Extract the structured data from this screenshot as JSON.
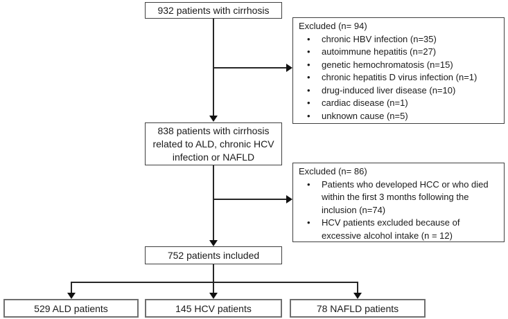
{
  "colors": {
    "line": "#262626",
    "box_border": "#3f3f3f",
    "terminal_box_border": "#6f6f6f",
    "background": "#ffffff",
    "text": "#1a1a1a"
  },
  "boxes": {
    "cohort": {
      "label": "932 patients with cirrhosis"
    },
    "excluded_first": {
      "title": "Excluded (n= 94)",
      "items": [
        "chronic HBV infection (n=35)",
        "autoimmune hepatitis (n=27)",
        "genetic hemochromatosis (n=15)",
        "chronic hepatitis D virus infection (n=1)",
        "drug-induced liver disease (n=10)",
        "cardiac disease (n=1)",
        "unknown cause (n=5)"
      ]
    },
    "eligible": {
      "label": "838 patients with cirrhosis related to ALD, chronic HCV infection or NAFLD"
    },
    "excluded_second": {
      "title": "Excluded (n= 86)",
      "items": [
        "Patients who developed HCC or who died within the first 3 months following the inclusion (n=74)",
        "HCV patients excluded because of excessive alcohol intake (n = 12)"
      ]
    },
    "included": {
      "label": "752 patients included"
    },
    "groups": [
      {
        "label": "529 ALD patients"
      },
      {
        "label": "145 HCV patients"
      },
      {
        "label": "78 NAFLD patients"
      }
    ]
  }
}
